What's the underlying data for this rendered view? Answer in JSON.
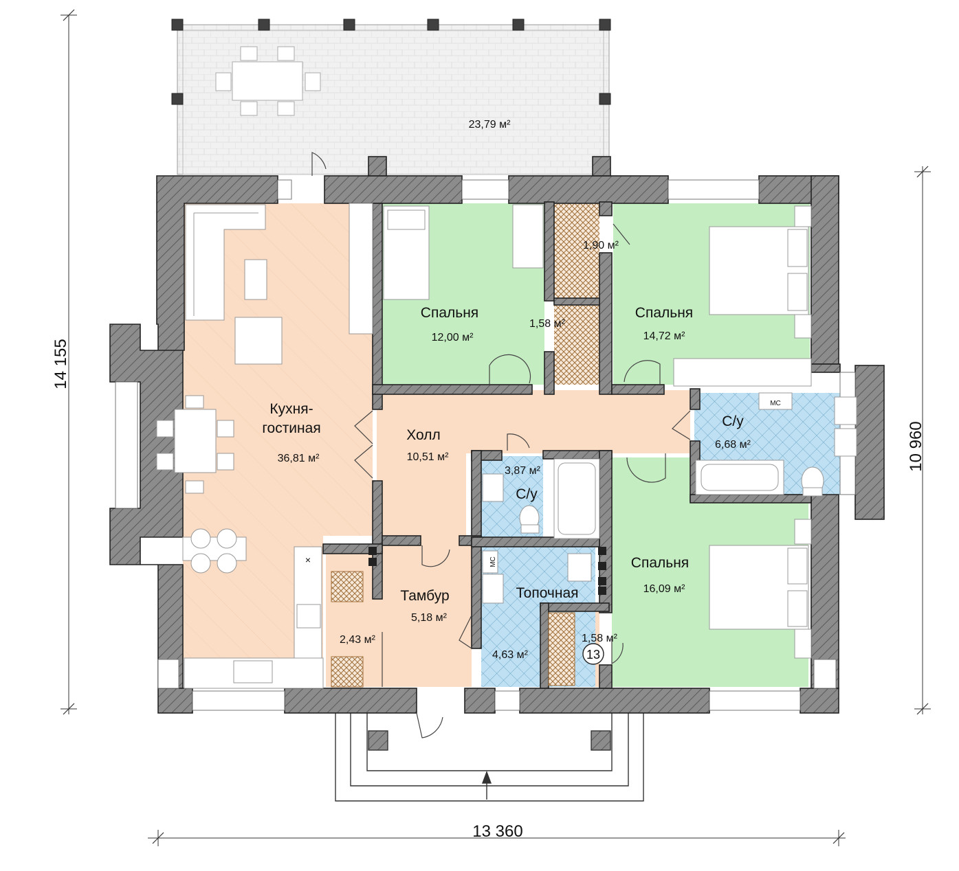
{
  "colors": {
    "wall": "#8c8c8c",
    "wall_hatch": "#555555",
    "living": "#fbdcc4",
    "bedroom": "#c5edc2",
    "bath": "#bfe0f2",
    "terrace": "#f2f2f2",
    "furniture": "#ffffff"
  },
  "dimensions": {
    "height": "14 155",
    "width": "13 360",
    "right": "10 960"
  },
  "terrace": {
    "area": "23,79 м²"
  },
  "rooms": {
    "living": {
      "name1": "Кухня-",
      "name2": "гостиная",
      "area": "36,81 м²"
    },
    "bedroom1": {
      "name": "Спальня",
      "area": "12,00 м²"
    },
    "bedroom2": {
      "name": "Спальня",
      "area": "14,72 м²"
    },
    "bedroom3": {
      "name": "Спальня",
      "area": "16,09 м²"
    },
    "hall": {
      "name": "Холл",
      "area": "10,51 м²"
    },
    "bath1": {
      "name": "С/у",
      "area": "6,68 м²"
    },
    "bath2": {
      "name": "С/у",
      "area": "3,87 м²"
    },
    "vestibule": {
      "name": "Тамбур",
      "area": "5,18 м²"
    },
    "boiler": {
      "name": "Топочная",
      "area": "4,63 м²"
    },
    "closet1": {
      "area": "1,90 м²"
    },
    "closet2": {
      "area": "1,58 м²"
    },
    "closet3": {
      "area": "1,58 м²"
    },
    "closet4": {
      "area": "2,43 м²"
    }
  },
  "marks": {
    "mc1": "МС",
    "mc2": "МС",
    "stove": "×",
    "number": "13"
  }
}
